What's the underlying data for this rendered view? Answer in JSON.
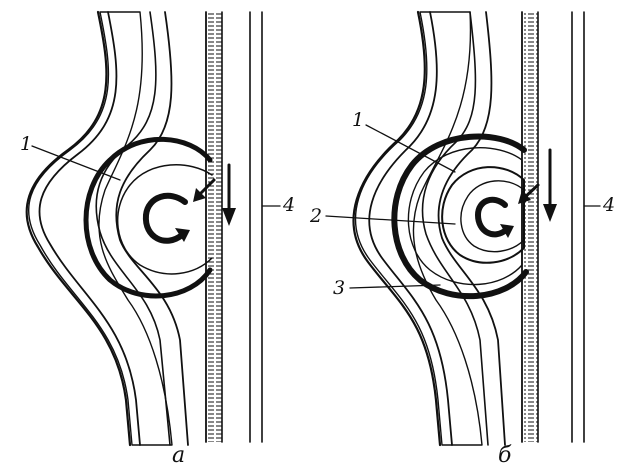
{
  "panels": [
    {
      "id": "a",
      "caption": "а",
      "labels": [
        "1",
        "4"
      ]
    },
    {
      "id": "b",
      "caption": "б",
      "labels": [
        "1",
        "2",
        "3",
        "4"
      ]
    }
  ],
  "colors": {
    "ink": "#111111",
    "background": "#ffffff"
  }
}
